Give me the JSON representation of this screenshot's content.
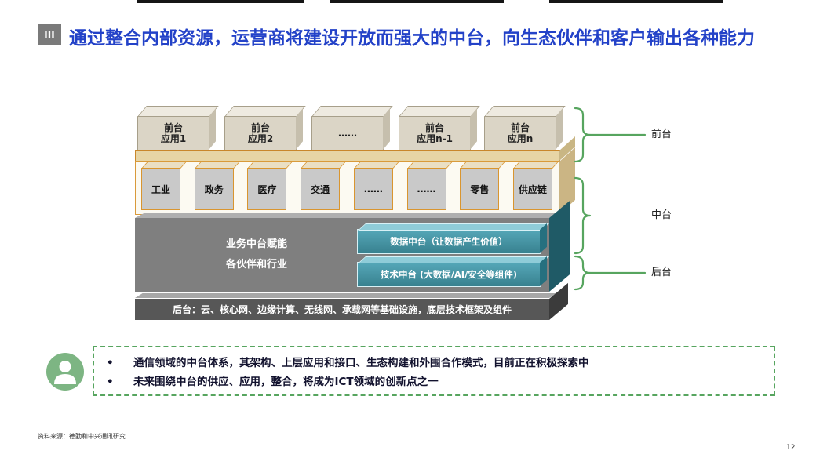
{
  "colors": {
    "title_blue": "#2342C8",
    "accent_green": "#57A55F",
    "icon_green": "#7DB583",
    "teal": "#3E93A3",
    "dark_teal": "#1F5A66",
    "gray_platform": "#7F7F7F",
    "dark_gray_bar": "#575757",
    "orange_border": "#C9872B",
    "tan_slab": "#E7D5A5",
    "beige_slab": "#DBD5C6"
  },
  "header": {
    "section_marker": "III",
    "title": "通过整合内部资源，运营商将建设开放而强大的中台，向生态伙伴和客户输出各种能力"
  },
  "diagram": {
    "front_apps": [
      "前台\n应用1",
      "前台\n应用2",
      "……",
      "前台\n应用n-1",
      "前台\n应用n"
    ],
    "industries": [
      "工业",
      "政务",
      "医疗",
      "交通",
      "……",
      "……",
      "零售",
      "供应链"
    ],
    "business_platform": "业务中台赋能\n各伙伴和行业",
    "data_platform": "数据中台（让数据产生价值）",
    "tech_platform": "技术中台 (大数据/AI/安全等组件)",
    "backend_bar": "后台：云、核心网、边缘计算、无线网、承载网等基础设施，底层技术框架及组件",
    "layer_labels": [
      "前台",
      "中台",
      "后台"
    ]
  },
  "notes": {
    "bullet_char": "•",
    "bullets": [
      "通信领域的中台体系，其架构、上层应用和接口、生态构建和外围合作模式，目前正在积极探索中",
      "未来围绕中台的供应、应用，整合，将成为ICT领域的创新点之一"
    ]
  },
  "footer": {
    "source_note": "资料来源：德勤和中兴通讯研究",
    "page_number": "12"
  }
}
